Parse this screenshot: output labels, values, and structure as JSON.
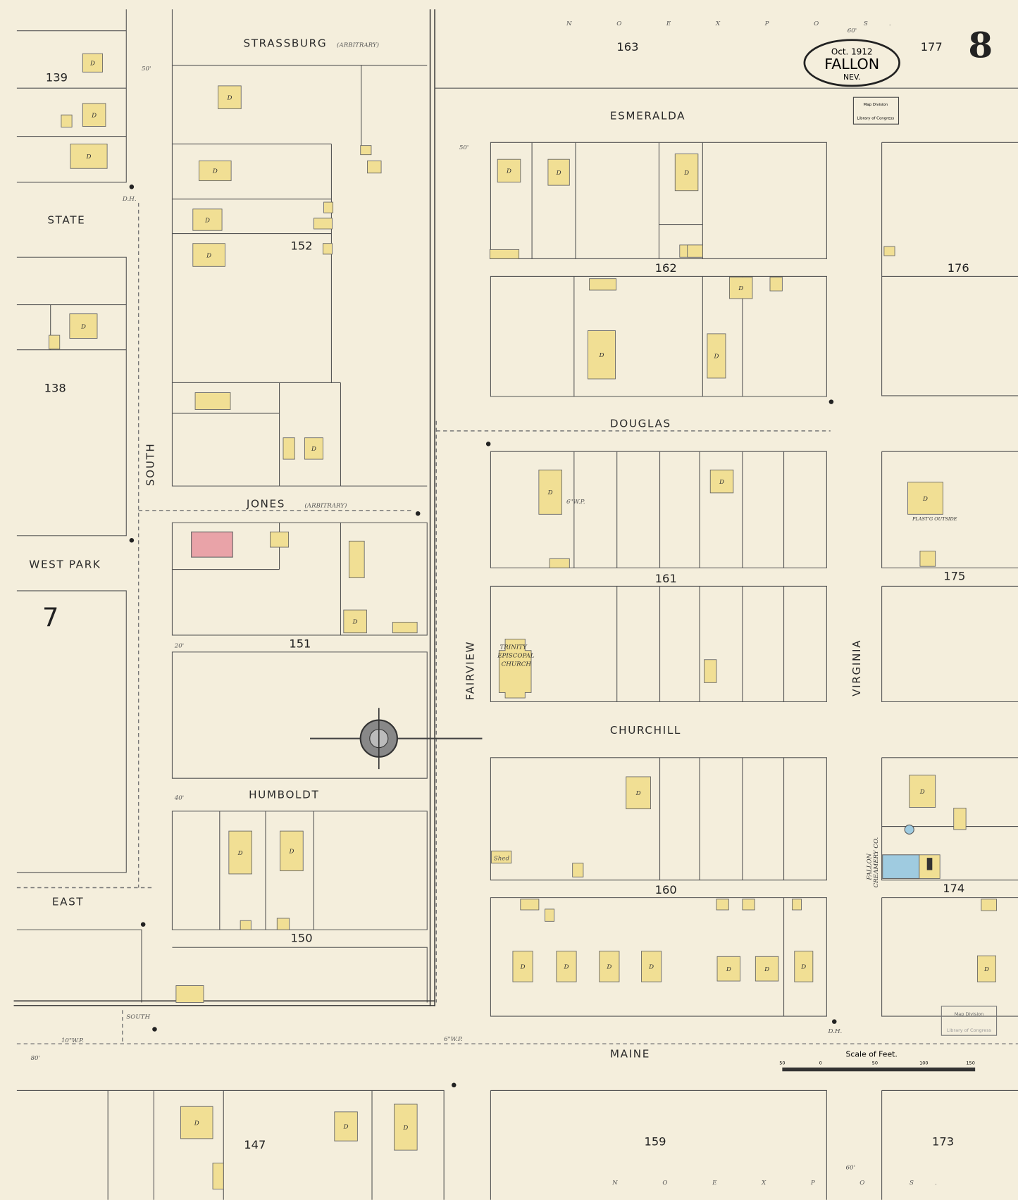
{
  "sheet": {
    "number": "8",
    "date": "Oct. 1912",
    "town": "FALLON",
    "state": "NEV."
  },
  "stamps": {
    "top_line1": "Map Division",
    "top_line2": "Library of Congress",
    "bottom_line1": "Map Division",
    "bottom_line2": "Library of Congress"
  },
  "streets": {
    "strassburg": "STRASSBURG",
    "strassburg_note": "(ARBITRARY)",
    "esmeralda": "ESMERALDA",
    "state": "STATE",
    "douglas": "DOUGLAS",
    "jones": "JONES",
    "jones_note": "(ARBITRARY)",
    "west_park": "WEST PARK",
    "churchill": "CHURCHILL",
    "humboldt": "HUMBOLDT",
    "east": "EAST",
    "maine": "MAINE",
    "south": "SOUTH",
    "fairview": "FAIRVIEW",
    "virginia": "VIRGINIA",
    "south_small": "SOUTH"
  },
  "blocks": [
    "163",
    "177",
    "139",
    "152",
    "162",
    "176",
    "138",
    "7",
    "161",
    "175",
    "151",
    "160",
    "174",
    "150",
    "147",
    "159",
    "173"
  ],
  "notes": {
    "no_expos_top": "N O   E X P O S.",
    "no_expos_bottom": "N O   E X P O S.",
    "width_60": "60'",
    "width_50": "50'",
    "width_80": "80'",
    "width_40": "40'",
    "width_20": "20'",
    "water_pipe": "6\"W.P.",
    "water_pipe_10": "10\"W.P.",
    "dh": "D.H.",
    "shed": "Shed"
  },
  "labels": {
    "church_line1": "TRINITY",
    "church_line2": "EPISCOPAL",
    "church_line3": "CHURCH",
    "creamery_line1": "FALLON",
    "creamery_line2": "CREAMERY CO.",
    "plasto": "PLAST'G OUTSIDE",
    "dwelling": "D"
  },
  "scale": {
    "title": "Scale of Feet.",
    "ticks": [
      "50",
      "0",
      "50",
      "100",
      "150"
    ]
  },
  "colors": {
    "paper": "#f4eedc",
    "frame": "#f1df94",
    "brick": "#e9a3a8",
    "stone_concrete": "#9fcbe0"
  }
}
